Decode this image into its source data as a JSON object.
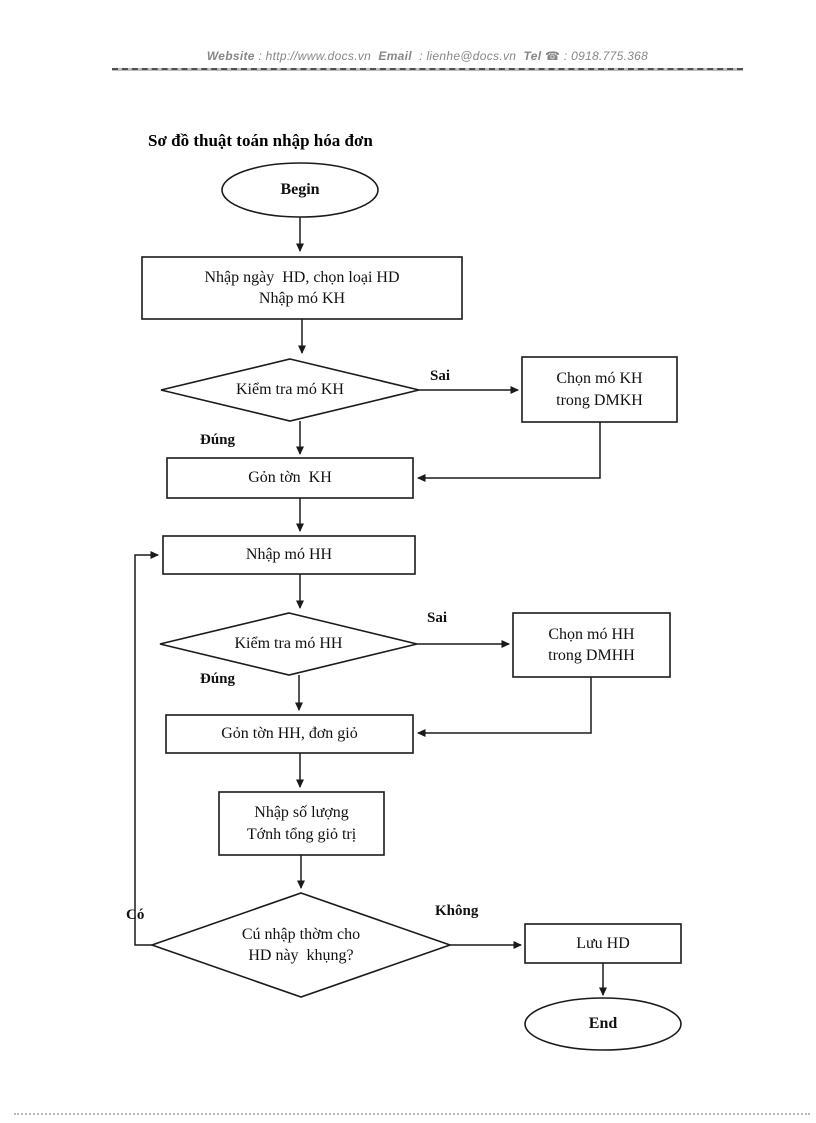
{
  "header": {
    "website_label": "Website",
    "website_value": ": http://www.docs.vn",
    "email_label": "Email",
    "email_value": ": lienhe@docs.vn",
    "tel_label": "Tel",
    "phone_icon": "☎",
    "tel_value": ": 0918.775.368"
  },
  "title": "Sơ đồ thuật toán nhập hóa đơn",
  "flowchart": {
    "begin": "Begin",
    "end": "End",
    "step_input_invoice": {
      "line1": "Nhập ngày  HD, chọn loại HD",
      "line2": "Nhập mó KH"
    },
    "decision_check_kh": "Kiểm tra mó KH",
    "label_sai_kh": "Sai",
    "label_dung_kh": "Đúng",
    "step_choose_kh": {
      "line1": "Chọn mó KH",
      "line2": "trong DMKH"
    },
    "step_get_kh_name": "Gỏn tờn  KH",
    "step_input_hh": "Nhập mó HH",
    "decision_check_hh": "Kiểm tra mó HH",
    "label_sai_hh": "Sai",
    "label_dung_hh": "Đúng",
    "step_choose_hh": {
      "line1": "Chọn mó HH",
      "line2": "trong DMHH"
    },
    "step_get_hh_name": "Gỏn tờn HH, đơn giỏ",
    "step_quantity": {
      "line1": "Nhập số lượng",
      "line2": "Tớnh tổng giỏ trị"
    },
    "decision_more": {
      "line1": "Cú nhập thờm cho",
      "line2": "HD này  khụng?"
    },
    "label_co": "Có",
    "label_khong": "Không",
    "step_save": "Lưu HD"
  },
  "colors": {
    "stroke": "#1a1a1a",
    "header_text": "#878787"
  }
}
